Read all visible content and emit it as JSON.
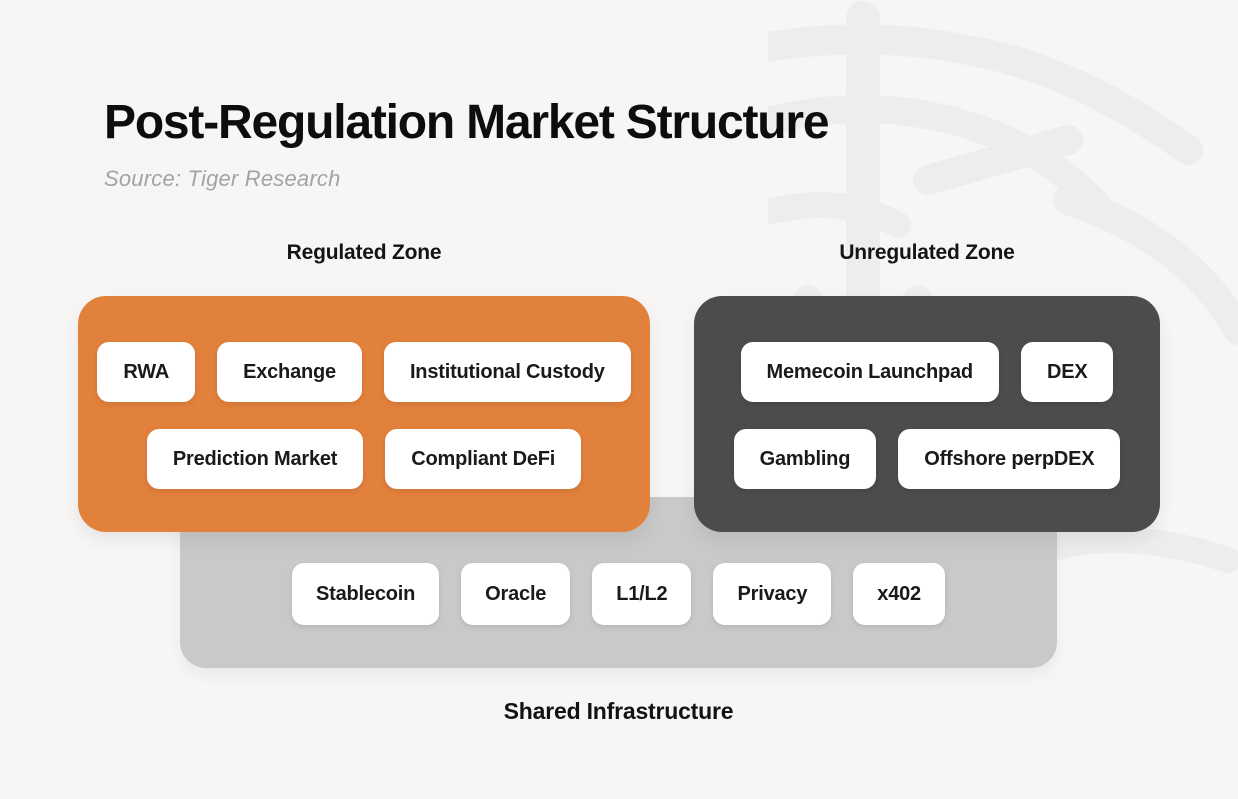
{
  "page": {
    "title": "Post-Regulation Market Structure",
    "source": "Source: Tiger Research"
  },
  "zones": {
    "regulated": {
      "label": "Regulated Zone",
      "color": "#e2813b",
      "rows": [
        [
          "RWA",
          "Exchange",
          "Institutional Custody"
        ],
        [
          "Prediction Market",
          "Compliant DeFi"
        ]
      ]
    },
    "unregulated": {
      "label": "Unregulated Zone",
      "color": "#4c4c4c",
      "rows": [
        [
          "Memecoin Launchpad",
          "DEX"
        ],
        [
          "Gambling",
          "Offshore perpDEX"
        ]
      ]
    },
    "shared": {
      "label": "Shared Infrastructure",
      "color": "#c9c9c9",
      "items": [
        "Stablecoin",
        "Oracle",
        "L1/L2",
        "Privacy",
        "x402"
      ]
    }
  },
  "colors": {
    "background": "#f7f6f5",
    "pill_background": "#ffffff",
    "title_text": "#0d0d0d",
    "source_text": "#a5a3a1"
  },
  "watermark": "tiger-logo-watermark"
}
